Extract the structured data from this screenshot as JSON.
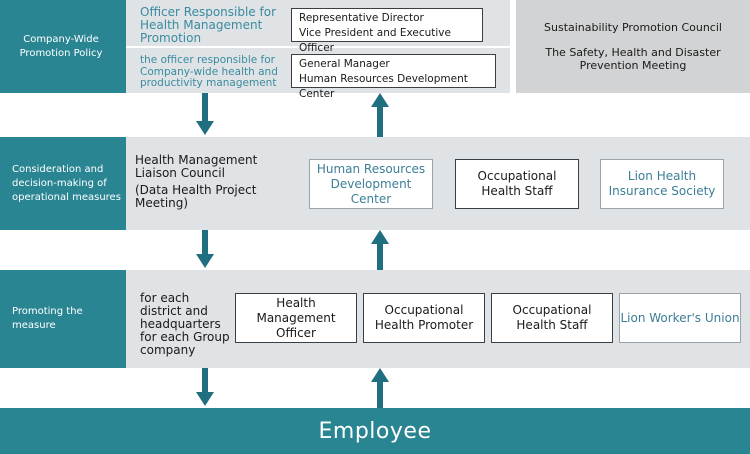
{
  "rows": {
    "policy": {
      "label": "Company-Wide Promotion Policy",
      "officer_title": "Officer Responsible for Health Management Promotion",
      "officer_box": [
        "Representative Director",
        "Vice President and Executive Officer"
      ],
      "sub_title": "the officer responsible for Company-wide health and productivity management",
      "sub_box": [
        "General Manager",
        "Human Resources Development Center"
      ],
      "council_lines": [
        "Sustainability Promotion Council",
        "The Safety, Health and Disaster Prevention Meeting"
      ]
    },
    "consideration": {
      "label": "Consideration and decision-making of operational measures",
      "council": "Health Management Liaison Council",
      "council_sub": "(Data Health Project Meeting)",
      "boxes": [
        "Human Resources Development Center",
        "Occupational Health Staff",
        "Lion Health Insurance Society"
      ]
    },
    "promoting": {
      "label": "Promoting the measure",
      "intro": "for each district and headquarters for each Group company",
      "boxes": [
        "Health Management Officer",
        "Occupational Health Promoter",
        "Occupational Health Staff",
        "Lion Worker's Union"
      ]
    }
  },
  "employee": "Employee",
  "colors": {
    "teal": "#2a8593",
    "band": "#dfe3e6",
    "arrow": "#1f6f80",
    "muted_text": "#3c7e96"
  }
}
